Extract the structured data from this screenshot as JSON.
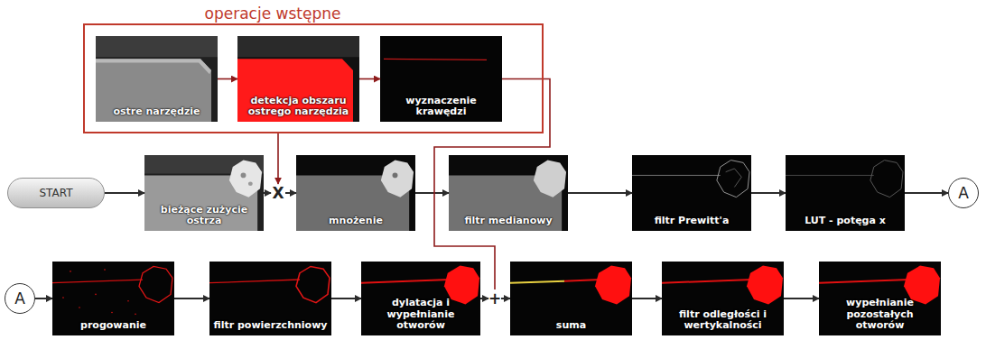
{
  "diagram": {
    "nodes": [
      {
        "text": [
          "operacje wstępne"
        ]
      },
      {
        "text": [
          "ostre narzędzie"
        ],
        "in": 0
      },
      {
        "text": [
          "detekcja obszaru ostrego narzędzia"
        ],
        "in": 0
      },
      {
        "text": [
          "wyznaczenie krawędzi"
        ],
        "in": 0
      },
      {
        "text": [
          "START"
        ]
      },
      {
        "text": [
          "bieżące zużycie ostrza"
        ]
      },
      {
        "text": [
          "X"
        ]
      },
      {
        "text": [
          "mnożenie"
        ]
      },
      {
        "text": [
          "filtr medianowy"
        ]
      },
      {
        "text": [
          "filtr Prewitt'a"
        ]
      },
      {
        "text": [
          "LUT - potęga x"
        ]
      },
      {
        "text": [
          "A"
        ]
      },
      {
        "text": [
          "A"
        ]
      },
      {
        "text": [
          "progowanie"
        ]
      },
      {
        "text": [
          "filtr powierzchniowy"
        ]
      },
      {
        "text": [
          "dylatacja i wypełnianie otworów"
        ]
      },
      {
        "text": [
          "+"
        ]
      },
      {
        "text": [
          "suma"
        ]
      },
      {
        "text": [
          "filtr odległości i wertykalności"
        ]
      },
      {
        "text": [
          "wypełnianie pozostałych otworów"
        ]
      }
    ],
    "edges": [
      {
        "from": 1,
        "to": 2,
        "arrow": "to"
      },
      {
        "from": 2,
        "to": 3,
        "arrow": "to"
      },
      {
        "from": 0,
        "to": 6,
        "arrow": "to"
      },
      {
        "from": 4,
        "to": 5,
        "arrow": "to"
      },
      {
        "from": 5,
        "to": 6,
        "arrow": "to"
      },
      {
        "from": 6,
        "to": 7,
        "arrow": "to"
      },
      {
        "from": 7,
        "to": 8,
        "arrow": "to"
      },
      {
        "from": 8,
        "to": 9,
        "arrow": "to"
      },
      {
        "from": 9,
        "to": 10,
        "arrow": "to"
      },
      {
        "from": 10,
        "to": 11,
        "arrow": "to"
      },
      {
        "from": 12,
        "to": 13,
        "arrow": "to"
      },
      {
        "from": 13,
        "to": 14,
        "arrow": "to"
      },
      {
        "from": 14,
        "to": 15,
        "arrow": "to"
      },
      {
        "from": 15,
        "to": 16,
        "arrow": "to"
      },
      {
        "from": 16,
        "to": 17,
        "arrow": "to"
      },
      {
        "from": 17,
        "to": 18,
        "arrow": "to"
      },
      {
        "from": 18,
        "to": 19,
        "arrow": "to"
      },
      {
        "from": 3,
        "to": 16,
        "arrow": "none"
      }
    ]
  }
}
